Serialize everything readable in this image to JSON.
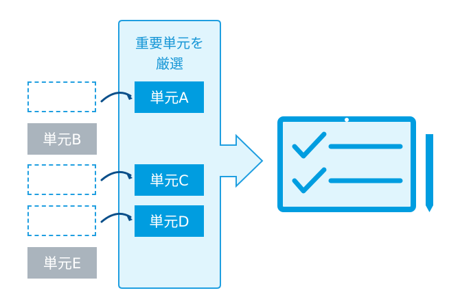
{
  "panel": {
    "title_line1": "重要単元を",
    "title_line2": "厳選"
  },
  "selected_units": [
    "単元A",
    "単元C",
    "単元D"
  ],
  "skipped_units": [
    "単元B",
    "単元E"
  ],
  "colors": {
    "accent": "#009de0",
    "panel_fill": "#e0f5fd",
    "grey": "#aab4bd",
    "arrow": "#0a4f8a"
  }
}
